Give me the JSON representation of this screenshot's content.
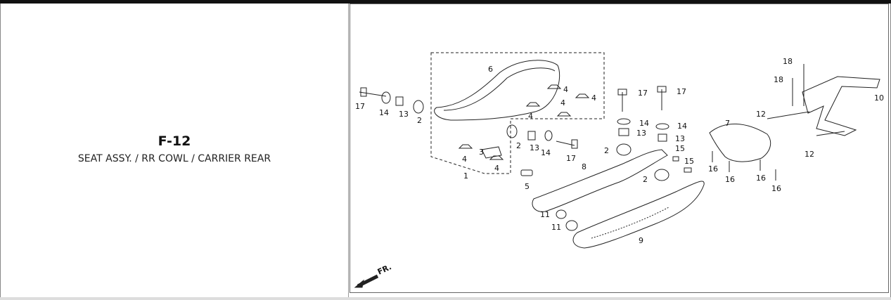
{
  "section": {
    "code": "F-12",
    "caption": "SEAT ASSY. / RR COWL / CARRIER REAR"
  },
  "diagram": {
    "direction_label": "FR.",
    "callouts": [
      "17",
      "14",
      "13",
      "2",
      "6",
      "4",
      "4",
      "4",
      "4",
      "3",
      "4",
      "4",
      "1",
      "2",
      "13",
      "14",
      "17",
      "5",
      "17",
      "14",
      "13",
      "2",
      "17",
      "14",
      "13",
      "15",
      "15",
      "8",
      "2",
      "7",
      "16",
      "16",
      "16",
      "16",
      "11",
      "11",
      "9",
      "18",
      "18",
      "12",
      "12",
      "10"
    ]
  }
}
